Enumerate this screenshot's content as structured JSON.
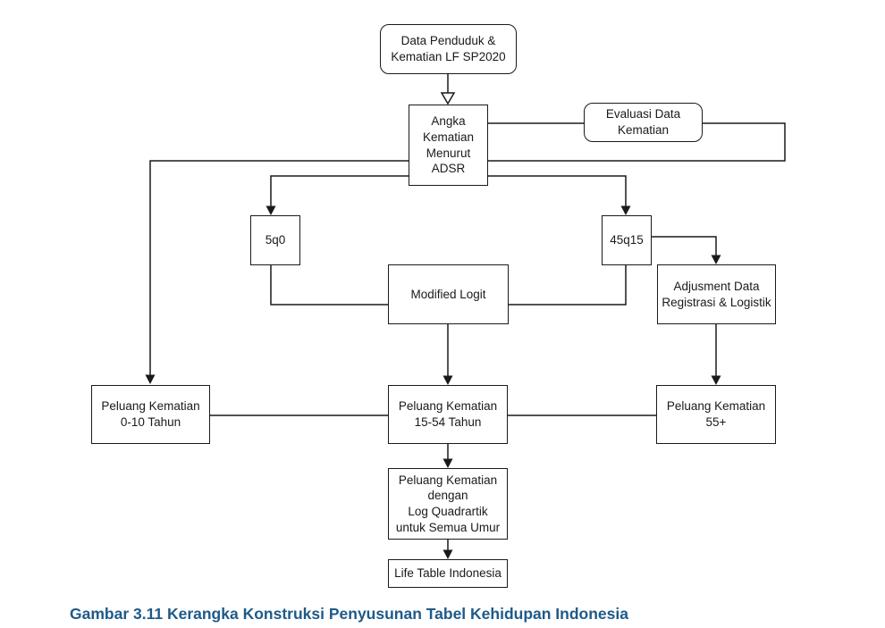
{
  "diagram": {
    "caption": "Gambar 3.11 Kerangka Konstruksi Penyusunan Tabel Kehidupan Indonesia",
    "nodes": {
      "data_penduduk": {
        "label": "Data Penduduk &\nKematian LF SP2020",
        "shape": "rounded-rectangle"
      },
      "adsr": {
        "label": "Angka\nKematian\nMenurut\nADSR",
        "shape": "rectangle"
      },
      "evaluasi": {
        "label": "Evaluasi Data\nKematian",
        "shape": "rounded-rectangle"
      },
      "q5q0": {
        "label": "5q0",
        "shape": "rectangle"
      },
      "q45q15": {
        "label": "45q15",
        "shape": "rectangle"
      },
      "modified_logit": {
        "label": "Modified Logit",
        "shape": "rectangle"
      },
      "adjusment": {
        "label": "Adjusment Data\nRegistrasi & Logistik",
        "shape": "rectangle"
      },
      "peluang_0_10": {
        "label": "Peluang Kematian\n0-10 Tahun",
        "shape": "rectangle"
      },
      "peluang_15_54": {
        "label": "Peluang Kematian\n15-54 Tahun",
        "shape": "rectangle"
      },
      "peluang_55": {
        "label": "Peluang Kematian\n55+",
        "shape": "rectangle"
      },
      "log_quad": {
        "label": "Peluang Kematian\ndengan\nLog Quadrartik\nuntuk Semua Umur",
        "shape": "rectangle"
      },
      "life_table": {
        "label": "Life Table Indonesia",
        "shape": "rectangle"
      }
    },
    "edges": [
      {
        "from": "data_penduduk",
        "to": "adsr",
        "arrow": "open-triangle"
      },
      {
        "from": "adsr",
        "to": "evaluasi",
        "arrow": "none"
      },
      {
        "from": "evaluasi",
        "to": "peluang_0_10",
        "arrow": "filled",
        "note": "feedback loop right-down-left then down"
      },
      {
        "from": "adsr",
        "to": "q5q0",
        "arrow": "filled"
      },
      {
        "from": "adsr",
        "to": "q45q15",
        "arrow": "filled"
      },
      {
        "from": "q5q0",
        "to": "modified_logit",
        "arrow": "none"
      },
      {
        "from": "q45q15",
        "to": "modified_logit",
        "arrow": "none"
      },
      {
        "from": "q45q15",
        "to": "adjusment",
        "arrow": "filled"
      },
      {
        "from": "modified_logit",
        "to": "peluang_15_54",
        "arrow": "filled"
      },
      {
        "from": "adjusment",
        "to": "peluang_55",
        "arrow": "filled"
      },
      {
        "from": "peluang_0_10",
        "to": "peluang_15_54",
        "arrow": "none"
      },
      {
        "from": "peluang_15_54",
        "to": "peluang_55",
        "arrow": "none"
      },
      {
        "from": "peluang_15_54",
        "to": "log_quad",
        "arrow": "filled"
      },
      {
        "from": "log_quad",
        "to": "life_table",
        "arrow": "filled"
      }
    ],
    "colors": {
      "background": "#ffffff",
      "line": "#1a1a1a",
      "text": "#1a1a1a",
      "caption_text": "#1e5a8a"
    }
  }
}
